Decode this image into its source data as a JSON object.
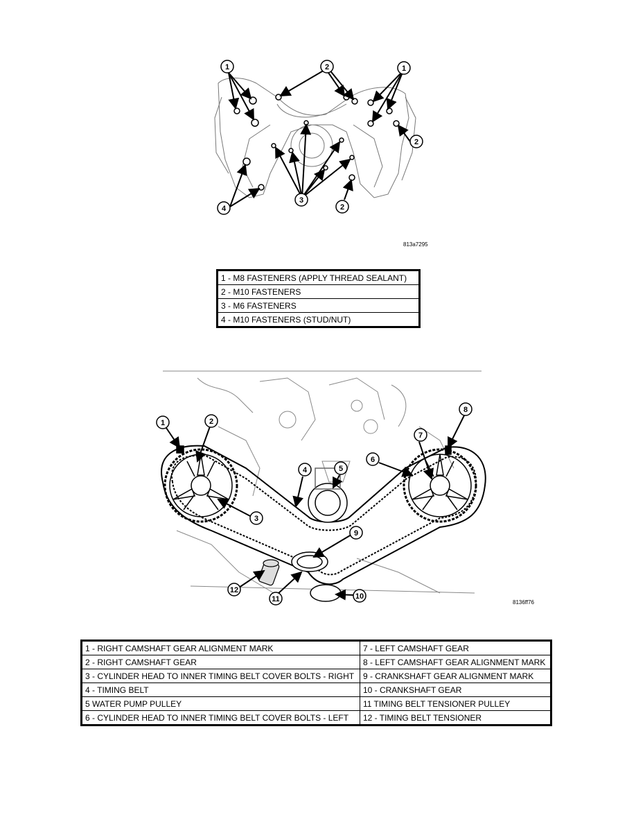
{
  "figure1": {
    "code": "813a7295",
    "callouts": [
      "1",
      "2",
      "1",
      "2",
      "4",
      "3",
      "2"
    ]
  },
  "legend1": [
    "1 - M8 FASTENERS (APPLY THREAD SEALANT)",
    "2 - M10 FASTENERS",
    "3 - M6 FASTENERS",
    "4 - M10 FASTENERS (STUD/NUT)"
  ],
  "figure2": {
    "code": "8136ff76",
    "callouts": [
      "1",
      "2",
      "3",
      "4",
      "5",
      "6",
      "7",
      "8",
      "9",
      "10",
      "11",
      "12"
    ]
  },
  "legend2": {
    "left": [
      "1 - RIGHT CAMSHAFT GEAR ALIGNMENT MARK",
      "2 - RIGHT CAMSHAFT GEAR",
      "3 - CYLINDER HEAD TO INNER TIMING BELT COVER BOLTS - RIGHT",
      "4 - TIMING BELT",
      "5   WATER PUMP PULLEY",
      "6 - CYLINDER HEAD TO INNER TIMING BELT COVER BOLTS - LEFT"
    ],
    "right": [
      "7 - LEFT CAMSHAFT GEAR",
      "8 - LEFT CAMSHAFT GEAR ALIGNMENT MARK",
      "9 - CRANKSHAFT GEAR ALIGNMENT MARK",
      "10 - CRANKSHAFT GEAR",
      "11   TIMING BELT TENSIONER PULLEY",
      "12 - TIMING BELT TENSIONER"
    ]
  }
}
